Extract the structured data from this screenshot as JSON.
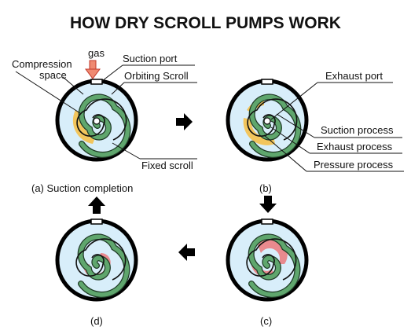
{
  "title": "HOW DRY SCROLL PUMPS WORK",
  "labels": {
    "gas": "gas",
    "compression_space": "Compression",
    "compression_space_2": "space",
    "suction_port": "Suction port",
    "orbiting_scroll": "Orbiting Scroll",
    "fixed_scroll": "Fixed scroll",
    "exhaust_port": "Exhaust port",
    "suction_process": "Suction process",
    "exhaust_process": "Exhaust process",
    "pressure_process": "Pressure process"
  },
  "panels": {
    "a": "(a) Suction completion",
    "b": "(b)",
    "c": "(c)",
    "d": "(d)"
  },
  "colors": {
    "housing_fill": "#d8eefa",
    "scroll_green": "#5fa66d",
    "scroll_dark": "#1f3a26",
    "compression_yellow": "#f2c55c",
    "pressure_pink": "#e88a8e",
    "gas_arrow": "#ef8a72"
  }
}
